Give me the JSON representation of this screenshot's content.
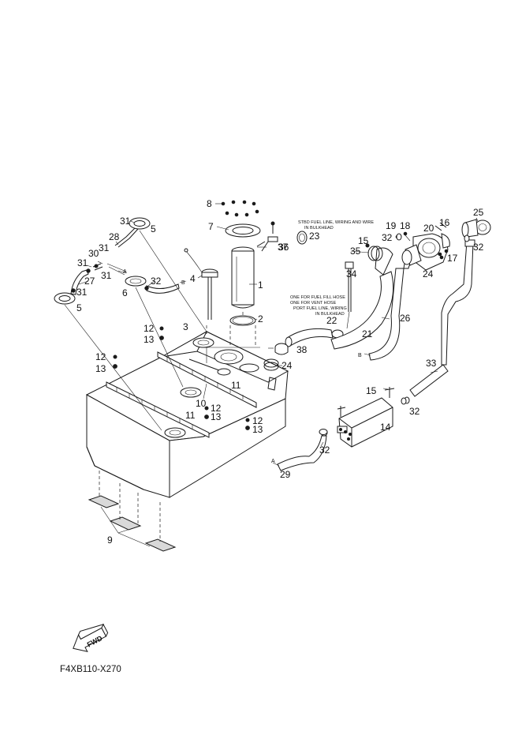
{
  "diagram_code": "F4XB110-X270",
  "fwd_label": "FWD",
  "connector_labels": {
    "a": "A",
    "b": "B"
  },
  "notes": {
    "stbd": [
      "STBD FUEL LINE, WIRING AND WIRE",
      "IN BULKHEAD"
    ],
    "port": [
      "ONE FOR FUEL FILL HOSE",
      "ONE FOR VENT HOSE",
      "PORT FUEL LINE, WIRING",
      "IN BULKHEAD"
    ]
  },
  "callouts": [
    {
      "id": "c8",
      "text": "8"
    },
    {
      "id": "c7",
      "text": "7"
    },
    {
      "id": "c37",
      "text": "37"
    },
    {
      "id": "c36",
      "text": "36"
    },
    {
      "id": "c1",
      "text": "1"
    },
    {
      "id": "c2",
      "text": "2"
    },
    {
      "id": "c4",
      "text": "4"
    },
    {
      "id": "c3",
      "text": "3"
    },
    {
      "id": "c31a",
      "text": "31"
    },
    {
      "id": "c5a",
      "text": "5"
    },
    {
      "id": "c28",
      "text": "28"
    },
    {
      "id": "c31b",
      "text": "31"
    },
    {
      "id": "c30",
      "text": "30"
    },
    {
      "id": "c31c",
      "text": "31"
    },
    {
      "id": "c31d",
      "text": "31"
    },
    {
      "id": "c27",
      "text": "27"
    },
    {
      "id": "c31e",
      "text": "31"
    },
    {
      "id": "c5b",
      "text": "5"
    },
    {
      "id": "c6",
      "text": "6"
    },
    {
      "id": "c32a",
      "text": "32"
    },
    {
      "id": "c12a",
      "text": "12"
    },
    {
      "id": "c13a",
      "text": "13"
    },
    {
      "id": "c12b",
      "text": "12"
    },
    {
      "id": "c13b",
      "text": "13"
    },
    {
      "id": "c11a",
      "text": "11"
    },
    {
      "id": "c10",
      "text": "10"
    },
    {
      "id": "c12c",
      "text": "12"
    },
    {
      "id": "c13c",
      "text": "13"
    },
    {
      "id": "c11b",
      "text": "11"
    },
    {
      "id": "c12d",
      "text": "12"
    },
    {
      "id": "c13d",
      "text": "13"
    },
    {
      "id": "c9",
      "text": "9"
    },
    {
      "id": "c23",
      "text": "23"
    },
    {
      "id": "c22",
      "text": "22"
    },
    {
      "id": "c38",
      "text": "38"
    },
    {
      "id": "c24a",
      "text": "24"
    },
    {
      "id": "c34",
      "text": "34"
    },
    {
      "id": "c15a",
      "text": "15"
    },
    {
      "id": "c35",
      "text": "35"
    },
    {
      "id": "c19",
      "text": "19"
    },
    {
      "id": "c18",
      "text": "18"
    },
    {
      "id": "c32b",
      "text": "32"
    },
    {
      "id": "c20",
      "text": "20"
    },
    {
      "id": "c16",
      "text": "16"
    },
    {
      "id": "c25",
      "text": "25"
    },
    {
      "id": "c32c",
      "text": "32"
    },
    {
      "id": "c17",
      "text": "17"
    },
    {
      "id": "c24b",
      "text": "24"
    },
    {
      "id": "c21",
      "text": "21"
    },
    {
      "id": "c26",
      "text": "26"
    },
    {
      "id": "c33",
      "text": "33"
    },
    {
      "id": "c15b",
      "text": "15"
    },
    {
      "id": "c32d",
      "text": "32"
    },
    {
      "id": "c14",
      "text": "14"
    },
    {
      "id": "c32e",
      "text": "32"
    },
    {
      "id": "c29",
      "text": "29"
    }
  ]
}
